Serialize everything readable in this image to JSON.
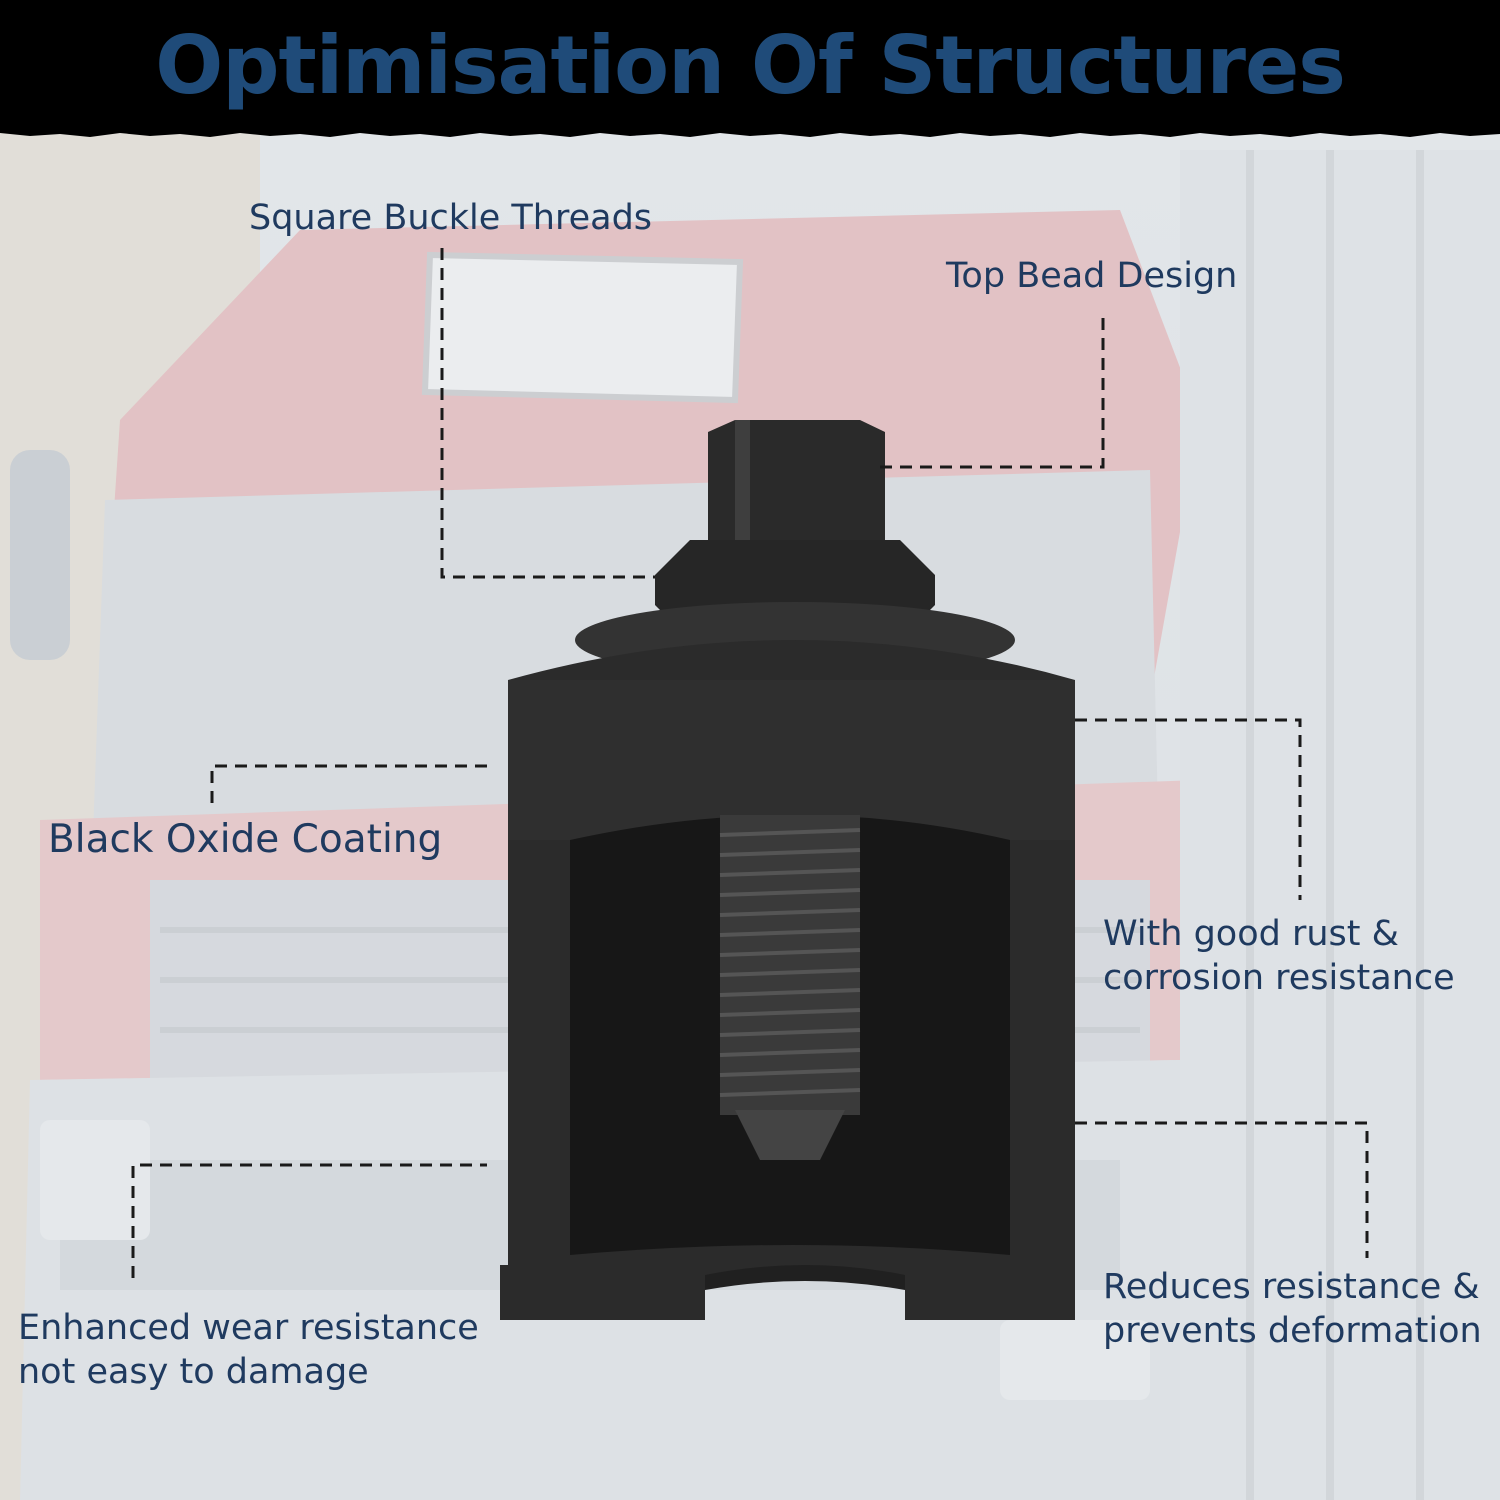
{
  "header": {
    "title": "Optimisation Of Structures"
  },
  "background": {
    "subject": "red truck",
    "tint": "#f4f6f8"
  },
  "product": {
    "name": "puller tool",
    "color": "#2b2b2b"
  },
  "callouts": {
    "square_buckle": "Square Buckle Threads",
    "top_bead": "Top Bead Design",
    "black_oxide": "Black Oxide Coating",
    "rust": {
      "line1": "With good rust &",
      "line2": "corrosion resistance"
    },
    "wear": {
      "line1": "Enhanced wear resistance",
      "line2": "not easy to damage"
    },
    "deformation": {
      "line1": "Reduces resistance &",
      "line2": "prevents deformation"
    }
  },
  "colors": {
    "header_bg": "#000000",
    "title": "#1f4b79",
    "label": "#1f3a5f",
    "leader": "#1a1a1a"
  }
}
